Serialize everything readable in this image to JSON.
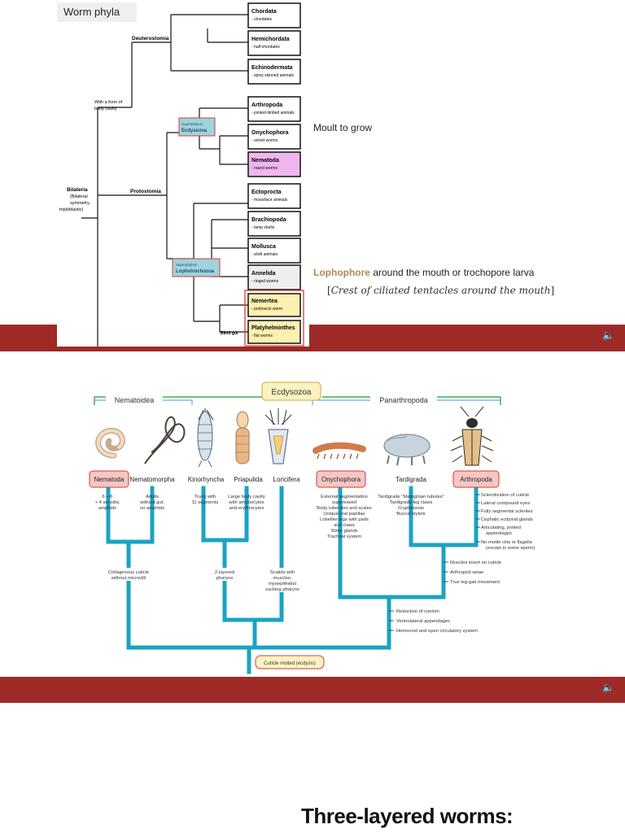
{
  "slide1": {
    "title": "Worm phyla",
    "bilateria": [
      "Bilateria",
      "(Bilateral",
      "symmetry,",
      "triploblastic)"
    ],
    "deuterostomia": "Deuterostomia",
    "protostomia": "Protostomia",
    "body_cavity": [
      "With a form of",
      "body cavity"
    ],
    "superphylum_ecdysozoa": [
      "Superphylum",
      "Ecdysozoa"
    ],
    "superphylum_lophotrochozoa": [
      "Superphylum",
      "Lophotrochozoa"
    ],
    "blind_gut": "Blind gut",
    "taxa": [
      {
        "name": "Chordata",
        "sub": "- chordates"
      },
      {
        "name": "Hemichordata",
        "sub": "- half-chordates"
      },
      {
        "name": "Echinodermata",
        "sub": "- spiny skinned animals"
      },
      {
        "name": "Arthropoda",
        "sub": "- jointed-limbed animals"
      },
      {
        "name": "Onychophora",
        "sub": "- velvet worms"
      },
      {
        "name": "Nematoda",
        "sub": "- round worms"
      },
      {
        "name": "Ectoprocta",
        "sub": "- moss/lace animals"
      },
      {
        "name": "Brachiopoda",
        "sub": "- lamp shells"
      },
      {
        "name": "Mollusca",
        "sub": "- shell animals"
      },
      {
        "name": "Annelida",
        "sub": "- ringed worms"
      },
      {
        "name": "Nemertea",
        "sub": "- proboscis worm"
      },
      {
        "name": "Platyhelminthes",
        "sub": "- flat worms"
      }
    ],
    "note_moult": "Moult to grow",
    "lophophore_word": "Lophophore",
    "lophophore_rest": " around the mouth or trochopore larva",
    "crest_open": "[",
    "crest_text": "Crest of ciliated tentacles around the mouth",
    "crest_close": "]",
    "speaker_icon": "speaker-icon"
  },
  "slide2": {
    "ecdysozoa": "Ecdysozoa",
    "nematoidea": "Nematoidea",
    "panarthropoda": "Panarthropoda",
    "taxa": [
      "Nematoda",
      "Nematomorpha",
      "Kinorhyncha",
      "Priapulida",
      "Loricifera",
      "Onychophora",
      "Tardigrada",
      "Arthropoda"
    ],
    "desc_nematoda": [
      "6 + 6",
      "+ 4 sensilla;",
      "amphids"
    ],
    "desc_nematomorpha": [
      "Adults",
      "without gut;",
      "no amphids"
    ],
    "desc_kinorhyncha": [
      "Trunk with",
      "11 segments"
    ],
    "desc_priapulida": [
      "Large body cavity",
      "with amebocytes",
      "and erythrocytes"
    ],
    "desc_onychophora": [
      "External segmentation",
      "suppressed",
      "Body tubercles and scales",
      "Unique oral papillae",
      "Lobelike legs with pads",
      "and claws",
      "Slime glands",
      "Tracheal system"
    ],
    "desc_tardigrada": [
      "Tardigrade \"Malpighian tubules\"",
      "Tardigrade leg claws",
      "Cryptobiosis",
      "Buccal stylets"
    ],
    "desc_arthropoda": [
      "Sclerotization of cuticle",
      "Lateral compound eyes",
      "Fully segmental sclerites",
      "Cephalic ecdysial glands",
      "Articulating, jointed",
      "appendages",
      "No motile cilia or flagella",
      "(except in some sperm)"
    ],
    "node_collagenous": [
      "Collagenous cuticle",
      "without microvilli"
    ],
    "node_2layered": [
      "2-layered",
      "pharynx"
    ],
    "node_scalids": [
      "Scalids with",
      "muscles;",
      "myoepithelial",
      "sucking pharynx"
    ],
    "node_muscles": [
      "Muscles insert on cuticle",
      "Arthropod setae",
      "True leg-gait movement"
    ],
    "node_coelom": [
      "Reduction of coelom",
      "Ventrolateral appendages",
      "Hemocoel and open circulatory system"
    ],
    "root": "Cuticle molted (ecdysis)",
    "speaker_icon": "speaker-icon"
  },
  "slide3": {
    "heading": "Three-layered worms:"
  },
  "colors": {
    "band": "#9e2a27",
    "tree_blue": "#1aa3c4",
    "bracket_green": "#3fb04a",
    "bracket_blue": "#4a90d9",
    "taxon_pink": "#f6c7c4",
    "taxon_red": "#d43b35",
    "nematoda_purple": "#f0b6f0",
    "yellow_box": "#fdf0b0",
    "superphylum_fill": "#9fd3dd"
  }
}
